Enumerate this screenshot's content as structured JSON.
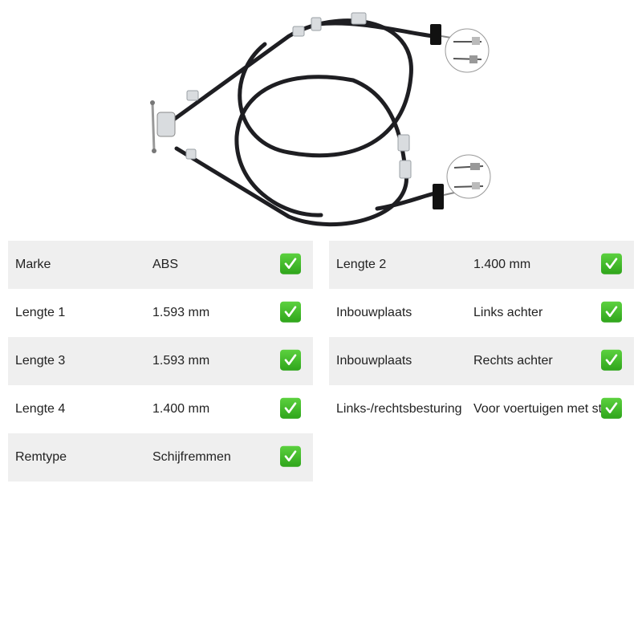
{
  "image": {
    "alt": "handbrake-cable-product-image",
    "cable_color": "#1e1e22",
    "clip_color": "#d9dcdf"
  },
  "specs_left": [
    {
      "label": "Marke",
      "value": "ABS",
      "shaded": true
    },
    {
      "label": "Lengte 1",
      "value": "1.593 mm",
      "shaded": false
    },
    {
      "label": "Lengte 3",
      "value": "1.593 mm",
      "shaded": true
    },
    {
      "label": "Lengte 4",
      "value": "1.400 mm",
      "shaded": false
    },
    {
      "label": "Remtype",
      "value": "Schijfremmen",
      "shaded": true
    }
  ],
  "specs_right": [
    {
      "label": "Lengte 2",
      "value": "1.400 mm",
      "shaded": true
    },
    {
      "label": "Inbouwplaats",
      "value": "Links achter",
      "shaded": false
    },
    {
      "label": "Inbouwplaats",
      "value": "Rechts achter",
      "shaded": true
    },
    {
      "label": "Links-/rechtsbesturing",
      "value": "Voor voertuigen met stuur",
      "shaded": false
    }
  ],
  "check_icon": "check-mark-icon",
  "check_color": "#3cb82a"
}
